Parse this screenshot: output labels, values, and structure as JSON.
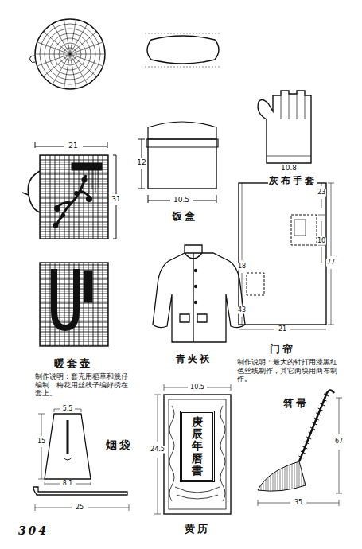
{
  "diagram": {
    "nodes": [
      {
        "text": [
          "庚辰年曆書"
        ]
      }
    ],
    "labels": [
      "21",
      "31",
      "暖套壶",
      "制作说明：套壳用稻草和篾仔编制，梅花用丝线子编好绣在套上。",
      "10.5",
      "12",
      "饭盒",
      "10.8",
      "灰布手套",
      "23",
      "10",
      "77",
      "18",
      "43",
      "21",
      "门帘",
      "制作说明：最大的针打用漆黑红色丝线制作，其它两块用两布制作。",
      "青夹袄",
      "5.5",
      "15",
      "8.1",
      "25",
      "烟袋",
      "10.5",
      "24.5",
      "黄历",
      "笤帚",
      "67",
      "35",
      "304"
    ]
  }
}
